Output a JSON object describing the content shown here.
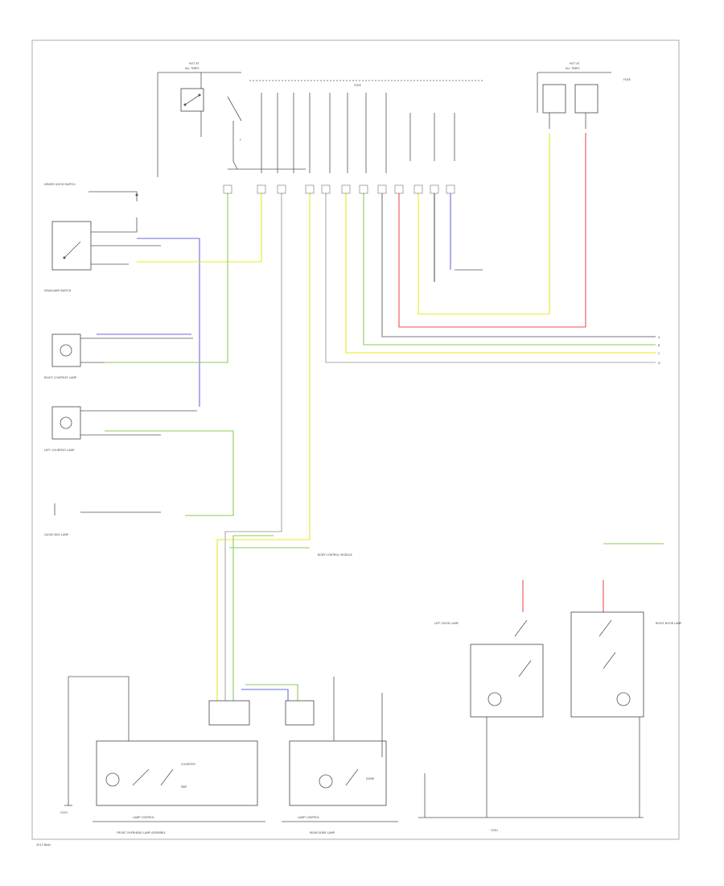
{
  "colors": {
    "wire_black": "#555555",
    "wire_gray": "#aaaaaa",
    "wire_blue": "#6a6ae8",
    "wire_yellow": "#e8e820",
    "wire_green": "#8acb5a",
    "wire_red": "#ee5050",
    "border": "#999999",
    "text": "#333333"
  },
  "icons": [
    "switch-contact-icon",
    "lamp-bulb-icon",
    "ground-symbol-icon",
    "connector-pins-icon"
  ],
  "labels": {
    "hot_at_top_left": "HOT AT",
    "hot_at_top_left_sub": "ALL TIMES",
    "hot_at_top_right": "HOT AT",
    "hot_at_top_right_sub": "ALL TIMES",
    "fuse_box_top": "FUSE",
    "driver_door_module": "DRIVER DOOR SWITCH",
    "headlamp_switch": "HEADLAMP SWITCH",
    "right_courtesy_lamp": "RIGHT COURTESY LAMP",
    "left_courtesy_lamp": "LEFT COURTESY LAMP",
    "glove_box_lamp": "GLOVE BOX LAMP",
    "instrument_cluster": "BODY CONTROL MODULE",
    "front_overhead_lamp": "FRONT OVERHEAD LAMP ASSEMBLY",
    "rear_dome_lamp": "REAR DOME LAMP",
    "left_door_lamp": "LEFT DOOR LAMP",
    "right_door_lamp": "RIGHT DOOR LAMP",
    "lamp_control": "LAMP CONTROL",
    "courtesy": "COURTESY",
    "dome": "DOME",
    "map": "MAP",
    "ground_left": "G201",
    "ground_right": "G301",
    "footer": "2012 Body"
  }
}
